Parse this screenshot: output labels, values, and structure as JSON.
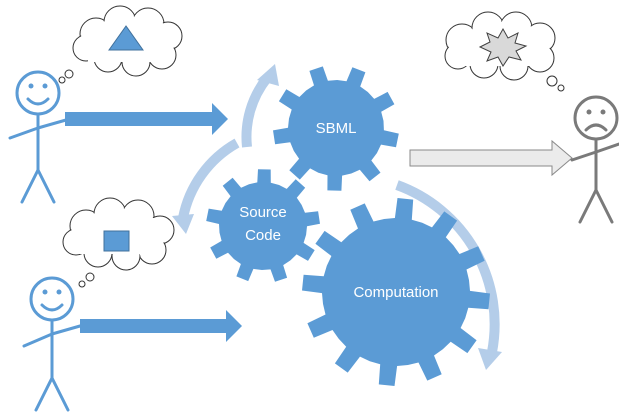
{
  "colors": {
    "gear": "#5b9bd5",
    "curved_arrow": "#b4cde9",
    "figure_happy": "#5b9bd5",
    "figure_sad": "#7a7a7a",
    "arrow_out": "#ebebeb",
    "arrow_out_stroke": "#8a8a8a"
  },
  "gears": {
    "sbml": {
      "label": "SBML"
    },
    "source_code": {
      "label_line1": "Source",
      "label_line2": "Code"
    },
    "computation": {
      "label": "Computation"
    }
  },
  "thoughts": {
    "top_person": {
      "icon": "triangle-icon"
    },
    "bottom_person": {
      "icon": "square-icon"
    },
    "sad_person": {
      "icon": "starburst-icon"
    }
  }
}
